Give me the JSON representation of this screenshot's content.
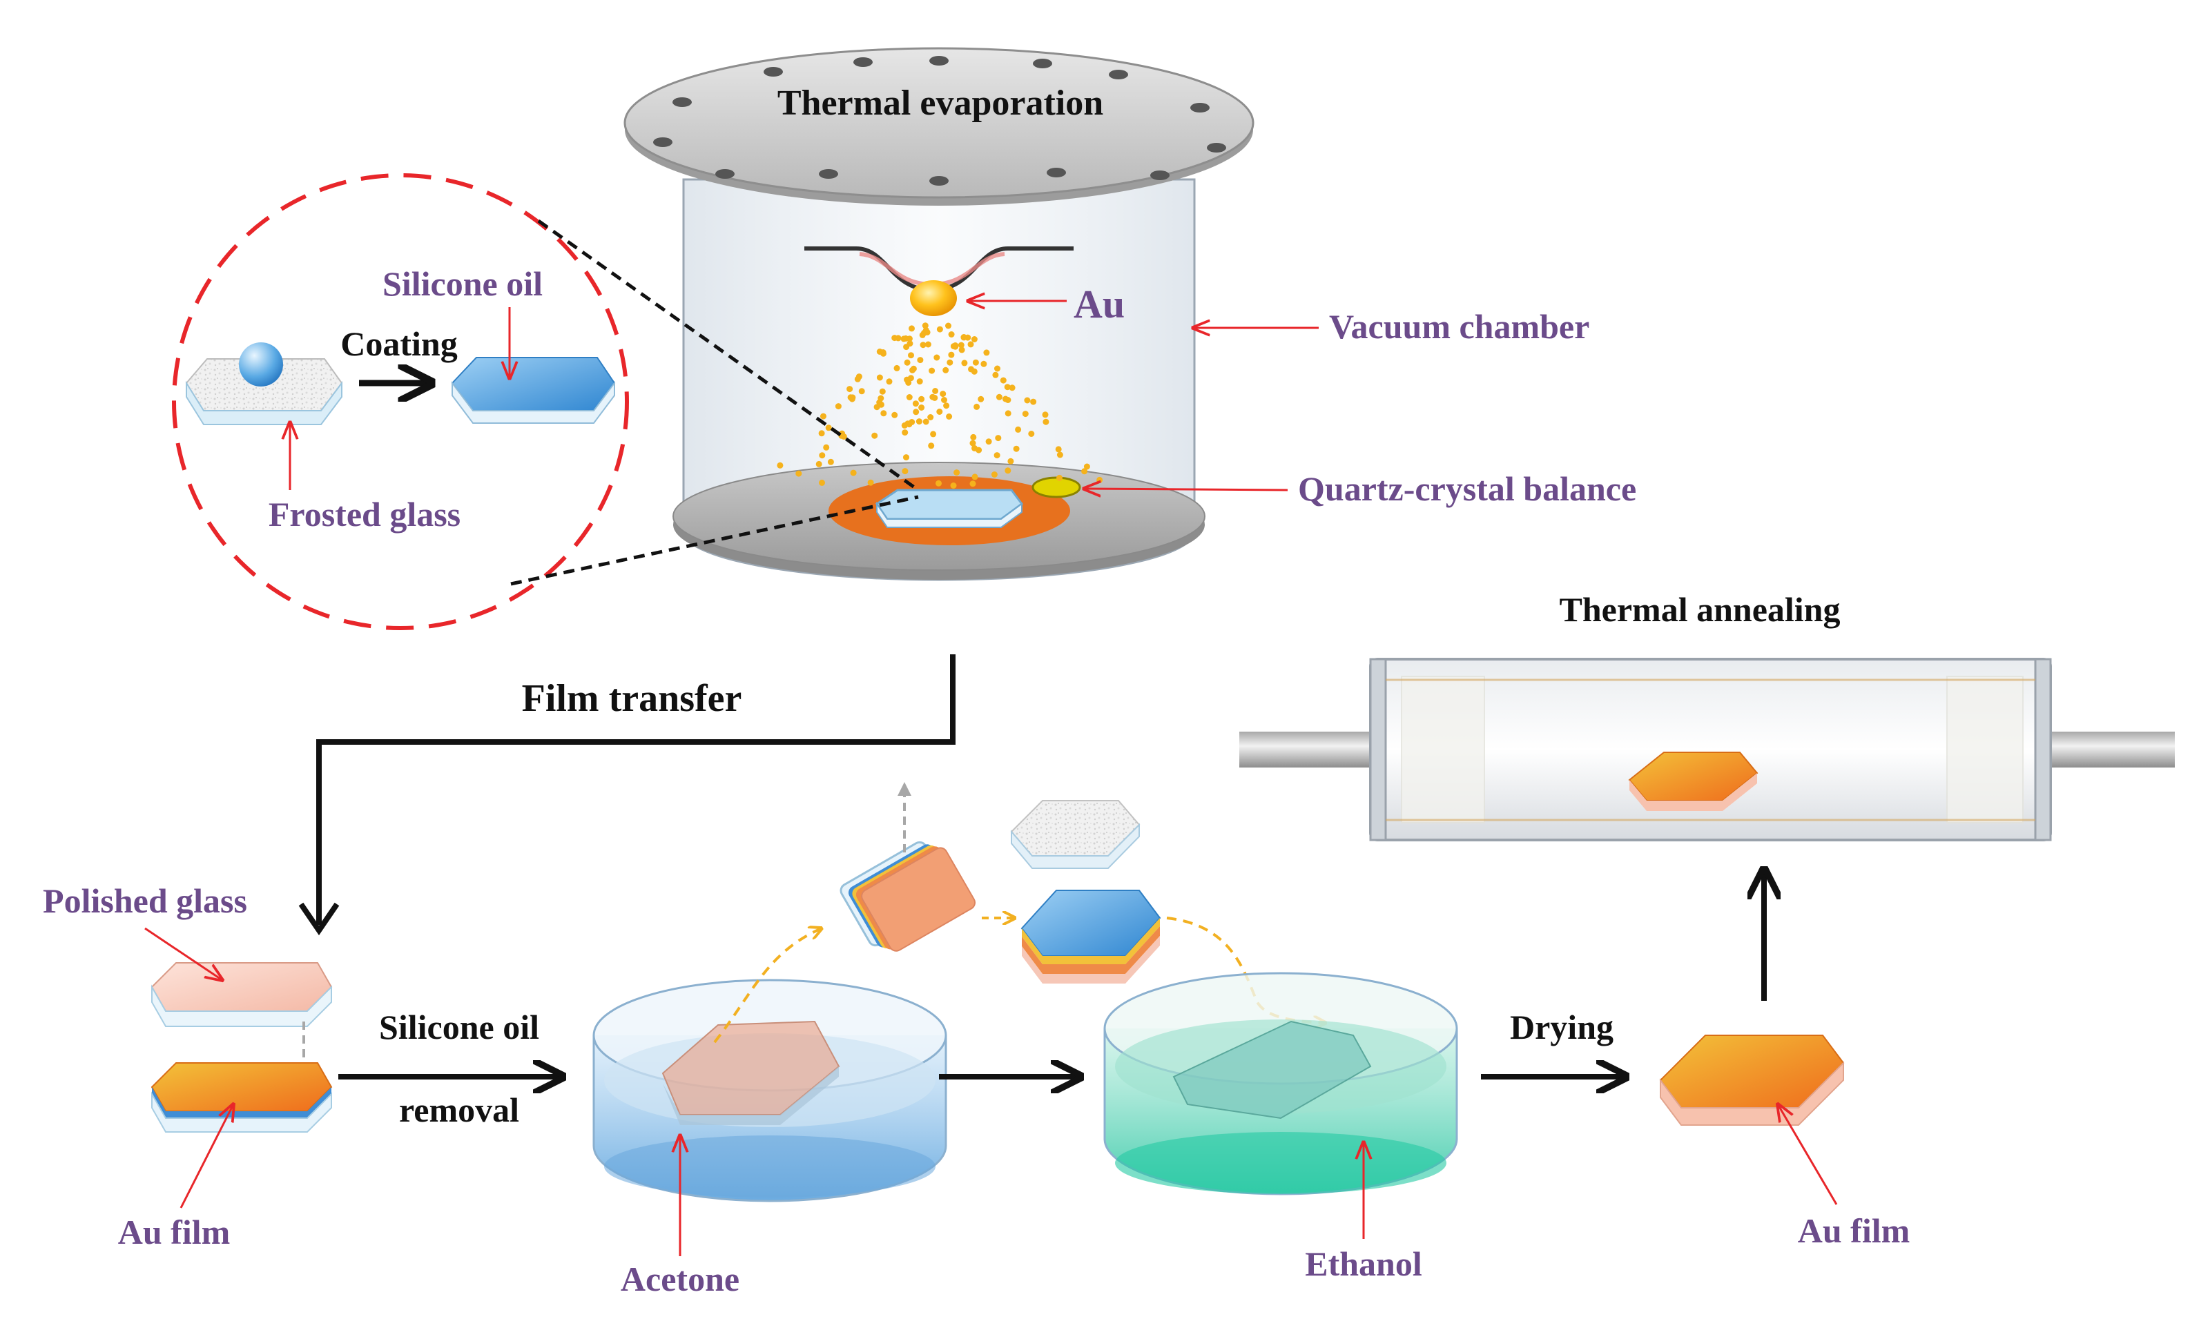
{
  "labels": {
    "thermal_evaporation": "Thermal evaporation",
    "au_source": "Au",
    "vacuum_chamber": "Vacuum chamber",
    "quartz_crystal_balance": "Quartz-crystal balance",
    "silicone_oil": "Silicone oil",
    "coating": "Coating",
    "frosted_glass": "Frosted glass",
    "film_transfer": "Film transfer",
    "thermal_annealing": "Thermal annealing",
    "polished_glass": "Polished glass",
    "au_film_left": "Au film",
    "silicone_oil_removal_line1": "Silicone oil",
    "silicone_oil_removal_line2": "removal",
    "acetone": "Acetone",
    "ethanol": "Ethanol",
    "drying": "Drying",
    "au_film_right": "Au film"
  },
  "colors": {
    "label_black": "#111111",
    "label_purple": "#6b4b8a",
    "pointer_red": "#e8262a",
    "dashed_circle": "#e8262a",
    "gold": "#f2a418",
    "glass_blue": "#5aa8e0",
    "acetone_blue": "#8fc3ea",
    "ethanol_green": "#3fd1b0",
    "au_orange": "#f07f1e"
  }
}
